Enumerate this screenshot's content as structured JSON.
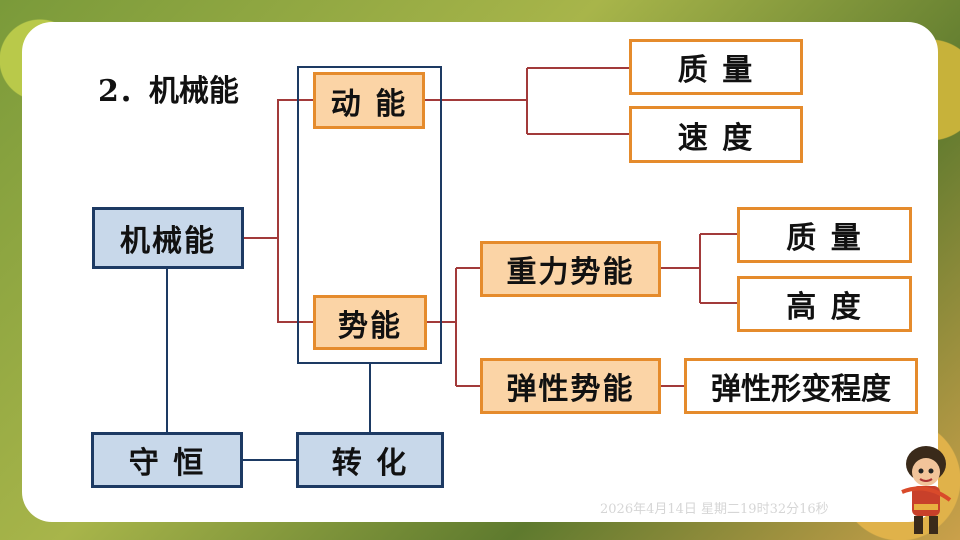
{
  "heading": "2．机械能",
  "nodes": {
    "mechanical": "机械能",
    "kinetic": "动 能",
    "potential": "势能",
    "mass_1": "质 量",
    "speed": "速 度",
    "gravitational": "重力势能",
    "mass_2": "质 量",
    "height": "高 度",
    "elastic": "弹性势能",
    "elastic_degree": "弹性形变程度",
    "conservation": "守 恒",
    "conversion": "转 化"
  },
  "watermark": "2026年4月14日 星期二19时32分16秒",
  "colors": {
    "orange_fill": "#fbd4a6",
    "orange_border": "#e58b2c",
    "blue_fill": "#c8d8ea",
    "blue_border": "#1d3a63",
    "red_line": "#a23a3a"
  }
}
